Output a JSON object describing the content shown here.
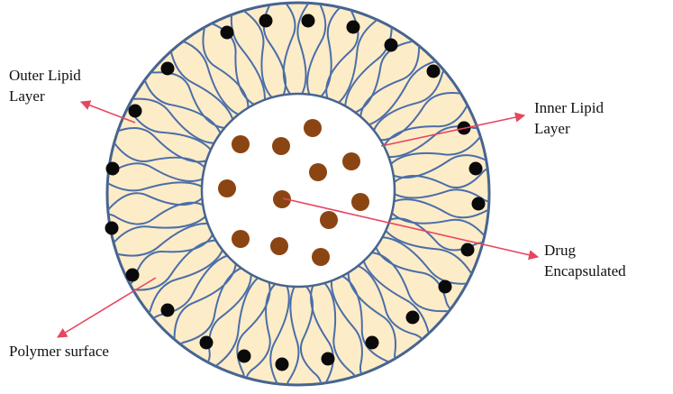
{
  "labels": {
    "outer_lipid": [
      "Outer Lipid",
      "Layer"
    ],
    "inner_lipid": [
      "Inner Lipid",
      "Layer"
    ],
    "drug": [
      "Drug",
      "Encapsulated"
    ],
    "polymer": "Polymer surface"
  },
  "colors": {
    "shell_fill": "#fdecc8",
    "shell_border": "#46648f",
    "chain": "#4a6ea8",
    "head": "#0a0a0a",
    "drug": "#8b4512",
    "arrow": "#e8455e",
    "core_fill": "#ffffff"
  }
}
